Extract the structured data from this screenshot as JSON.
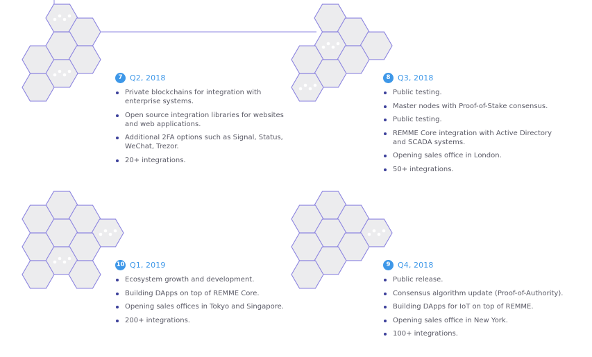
{
  "milestones": [
    {
      "number": "7",
      "quarter": "Q2, 2018",
      "items": [
        "Private blockchains for integration with enterprise systems.",
        "Open source integration libraries for websites and web applications.",
        "Additional 2FA options such as Signal, Status, WeChat, Trezor.",
        "20+ integrations."
      ]
    },
    {
      "number": "8",
      "quarter": "Q3, 2018",
      "items": [
        "Public testing.",
        "Master nodes with Proof-of-Stake consensus.",
        "Public testing.",
        "REMME Core integration with Active Directory and SCADA systems.",
        "Opening sales office in London.",
        "50+ integrations."
      ]
    },
    {
      "number": "10",
      "quarter": "Q1, 2019",
      "items": [
        "Ecosystem growth and development.",
        "Building DApps on top of REMME Core.",
        "Opening sales offices in Tokyo and Singapore.",
        "200+ integrations."
      ]
    },
    {
      "number": "9",
      "quarter": "Q4, 2018",
      "items": [
        "Public release.",
        "Consensus algorithm update (Proof-of-Authority).",
        "Building DApps for IoT on top of REMME.",
        "Opening sales office in New York.",
        "100+ integrations."
      ]
    }
  ],
  "colors": {
    "accent": "#3d97e8",
    "hex_outline": "#8c84e0",
    "hex_fill": "#ececee",
    "bullet": "#3b3f9a"
  },
  "icons": [
    "hexagon-cluster-icon"
  ]
}
